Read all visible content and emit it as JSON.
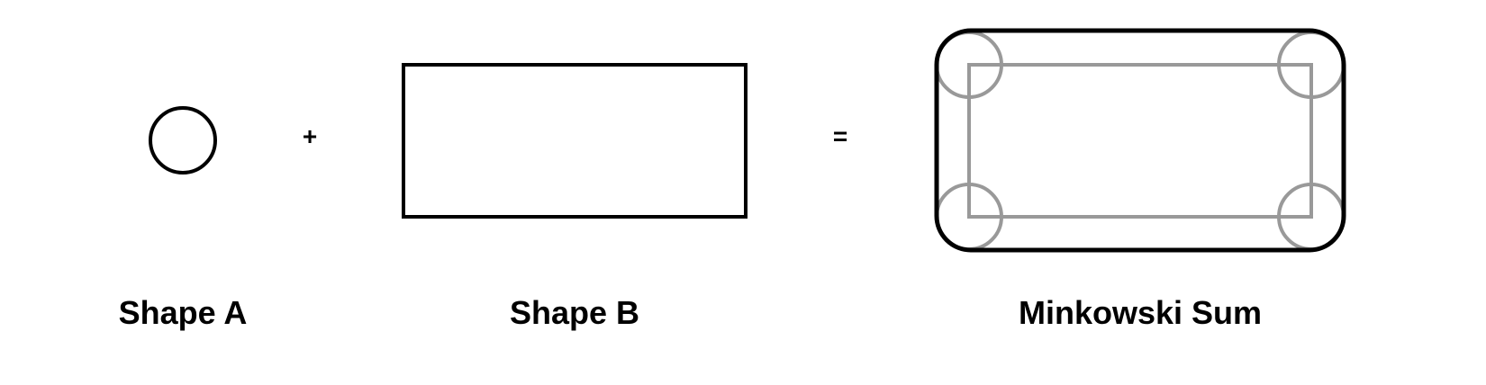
{
  "labels": {
    "shape_a": "Shape A",
    "shape_b": "Shape B",
    "result": "Minkowski Sum",
    "plus": "+",
    "equals": "="
  },
  "colors": {
    "outline": "#000000",
    "construction": "#999999",
    "background": "#ffffff"
  }
}
